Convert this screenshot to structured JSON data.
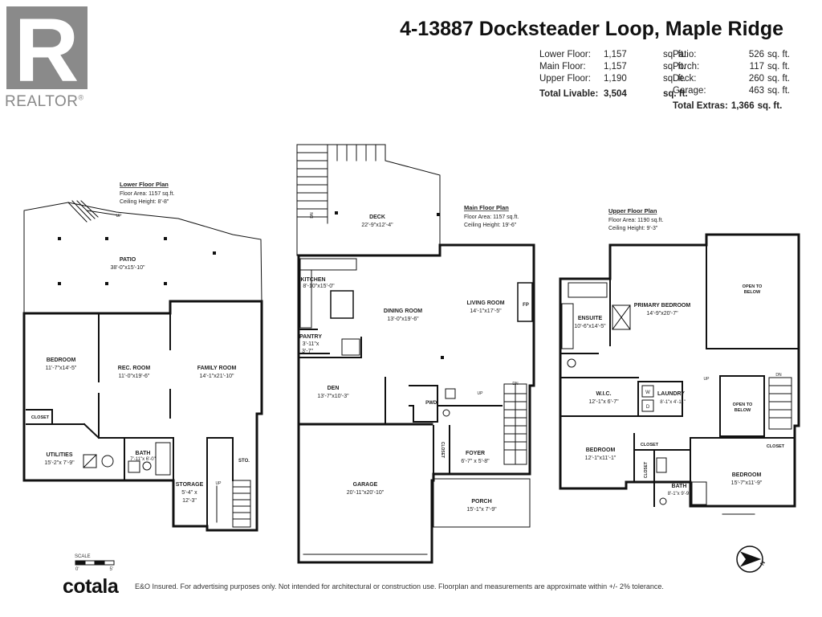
{
  "header": {
    "address": "4-13887 Docksteader Loop, Maple Ridge",
    "floors": [
      {
        "label": "Lower Floor:",
        "value": "1,157",
        "unit": "sq. ft."
      },
      {
        "label": "Main Floor:",
        "value": "1,157",
        "unit": "sq. ft."
      },
      {
        "label": "Upper Floor:",
        "value": "1,190",
        "unit": "sq. ft."
      }
    ],
    "total_livable": {
      "label": "Total Livable:",
      "value": "3,504",
      "unit": "sq. ft."
    },
    "extras": [
      {
        "label": "Patio:",
        "value": "526",
        "unit": "sq. ft."
      },
      {
        "label": "Porch:",
        "value": "117",
        "unit": "sq. ft."
      },
      {
        "label": "Deck:",
        "value": "260",
        "unit": "sq. ft."
      },
      {
        "label": "Garage:",
        "value": "463",
        "unit": "sq. ft."
      }
    ],
    "total_extras": {
      "label": "Total Extras:",
      "value": "1,366",
      "unit": "sq. ft."
    }
  },
  "logo": {
    "text": "REALTOR",
    "mark": "R",
    "symbol": "®"
  },
  "lower": {
    "title": "Lower Floor Plan",
    "area": "Floor Area: 1157 sq.ft.",
    "ceiling": "Ceiling Height: 8'-8\"",
    "rooms": {
      "patio": {
        "name": "PATIO",
        "dim": "38'-0\"x15'-10\""
      },
      "bedroom": {
        "name": "BEDROOM",
        "dim": "11'-7\"x14'-5\""
      },
      "rec": {
        "name": "REC. ROOM",
        "dim": "11'-0\"x19'-6\""
      },
      "family": {
        "name": "FAMILY ROOM",
        "dim": "14'-1\"x21'-10\""
      },
      "closet": {
        "name": "CLOSET"
      },
      "utilities": {
        "name": "UTILITIES",
        "dim": "15'-2\"x 7'-9\""
      },
      "bath": {
        "name": "BATH",
        "dim": "7'-11\"x 6'-0\""
      },
      "storage": {
        "name": "STORAGE",
        "dim1": "5'-4\" x",
        "dim2": "12'-3\""
      },
      "sto": {
        "name": "STO."
      }
    }
  },
  "main": {
    "title": "Main Floor Plan",
    "area": "Floor Area: 1157 sq.ft.",
    "ceiling": "Ceiling Height: 19'-6\"",
    "rooms": {
      "deck": {
        "name": "DECK",
        "dim": "22'-9\"x12'-4\""
      },
      "kitchen": {
        "name": "KITCHEN",
        "dim": "8'-10\"x15'-0\""
      },
      "dining": {
        "name": "DINING ROOM",
        "dim": "13'-0\"x19'-6\""
      },
      "living": {
        "name": "LIVING ROOM",
        "dim": "14'-1\"x17'-5\""
      },
      "pantry": {
        "name": "PANTRY",
        "dim1": "3'-11\"x",
        "dim2": "3'-7\""
      },
      "den": {
        "name": "DEN",
        "dim": "13'-7\"x10'-3\""
      },
      "pwd": {
        "name": "PWD."
      },
      "foyer": {
        "name": "FOYER",
        "dim": "6'-7\" x 5'-8\""
      },
      "garage": {
        "name": "GARAGE",
        "dim": "20'-11\"x20'-10\""
      },
      "porch": {
        "name": "PORCH",
        "dim": "15'-1\"x 7'-9\""
      },
      "closet": {
        "name": "CLOSET"
      },
      "fp": {
        "name": "FP"
      }
    }
  },
  "upper": {
    "title": "Upper Floor Plan",
    "area": "Floor Area: 1190 sq.ft.",
    "ceiling": "Ceiling Height: 9'-3\"",
    "rooms": {
      "ensuite": {
        "name": "ENSUITE",
        "dim": "10'-6\"x14'-5\""
      },
      "primary": {
        "name": "PRIMARY BEDROOM",
        "dim": "14'-9\"x20'-7\""
      },
      "open1": {
        "l1": "OPEN TO",
        "l2": "BELOW"
      },
      "open2": {
        "l1": "OPEN TO",
        "l2": "BELOW"
      },
      "wic": {
        "name": "W.I.C.",
        "dim": "12'-1\"x 6'-7\""
      },
      "laundry": {
        "name": "LAUNDRY",
        "dim": "8'-1\"x 4'-11\""
      },
      "bedroom2": {
        "name": "BEDROOM",
        "dim": "12'-1\"x11'-1\""
      },
      "bedroom3": {
        "name": "BEDROOM",
        "dim": "15'-7\"x11'-9\""
      },
      "bath": {
        "name": "BATH",
        "dim": "8'-1\"x 9'-9\""
      },
      "closet_a": {
        "name": "CLOSET"
      },
      "closet_b": {
        "name": "CLOSET"
      },
      "closet_c": {
        "name": "CLOSET"
      }
    }
  },
  "labels": {
    "up": "UP",
    "dn": "DN",
    "w": "W",
    "d": "D",
    "north": "N"
  },
  "scale": {
    "label": "SCALE",
    "zero": "0'",
    "five": "5'"
  },
  "footer": {
    "brand": "cotala",
    "note": "E&O Insured. For advertising purposes only. Not intended for architectural or construction use. Floorplan and measurements are approximate within +/- 2% tolerance."
  }
}
